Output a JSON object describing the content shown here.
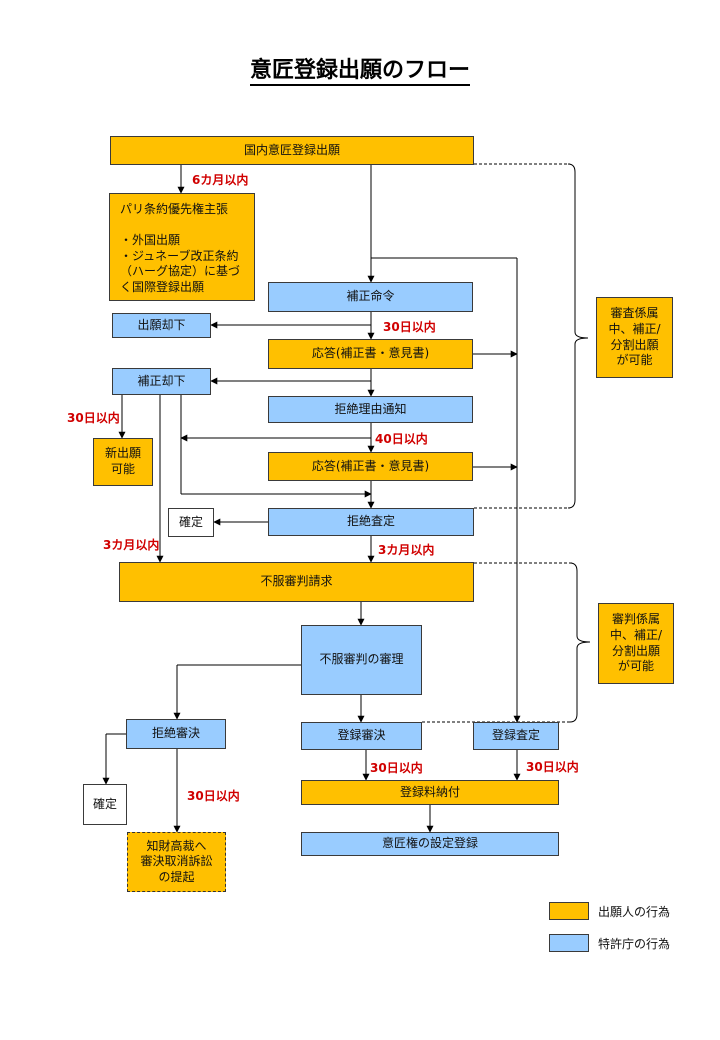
{
  "title": "意匠登録出願のフロー",
  "colors": {
    "applicant": "#FFC000",
    "office": "#99CCFF",
    "deadline": "#d00000"
  },
  "boxes": {
    "domestic_application": "国内意匠登録出願",
    "paris_priority": "パリ条約優先権主張\n\n・外国出願\n・ジュネーブ改正条約\n（ハーグ協定）に基づく国際登録出願",
    "amendment_order": "補正命令",
    "application_dismissed": "出願却下",
    "response_1": "応答(補正書・意見書)",
    "amendment_dismissed": "補正却下",
    "refusal_notice": "拒絶理由通知",
    "new_application": "新出願\n可能",
    "response_2": "応答(補正書・意見書)",
    "finalized_1": "確定",
    "refusal_decision_exam": "拒絶査定",
    "appeal_request": "不服審判請求",
    "appeal_examination": "不服審判の審理",
    "refusal_decision_appeal": "拒絶審決",
    "registration_decision_appeal": "登録審決",
    "registration_decision_exam": "登録査定",
    "finalized_2": "確定",
    "registration_fee": "登録料納付",
    "design_right_registration": "意匠権の設定登録",
    "ip_high_court": "知財高裁へ\n審決取消訴訟\nの提起",
    "note_exam_pending": "審査係属\n中、補正/\n分割出願\nが可能",
    "note_appeal_pending": "審判係属\n中、補正/\n分割出願\nが可能"
  },
  "deadlines": {
    "d1": "6カ月以内",
    "d2": "30日以内",
    "d3": "30日以内",
    "d4": "40日以内",
    "d5": "3カ月以内",
    "d6": "3カ月以内",
    "d7": "30日以内",
    "d8": "30日以内",
    "d9": "30日以内"
  },
  "legend": {
    "applicant": "出願人の行為",
    "office": "特許庁の行為"
  }
}
